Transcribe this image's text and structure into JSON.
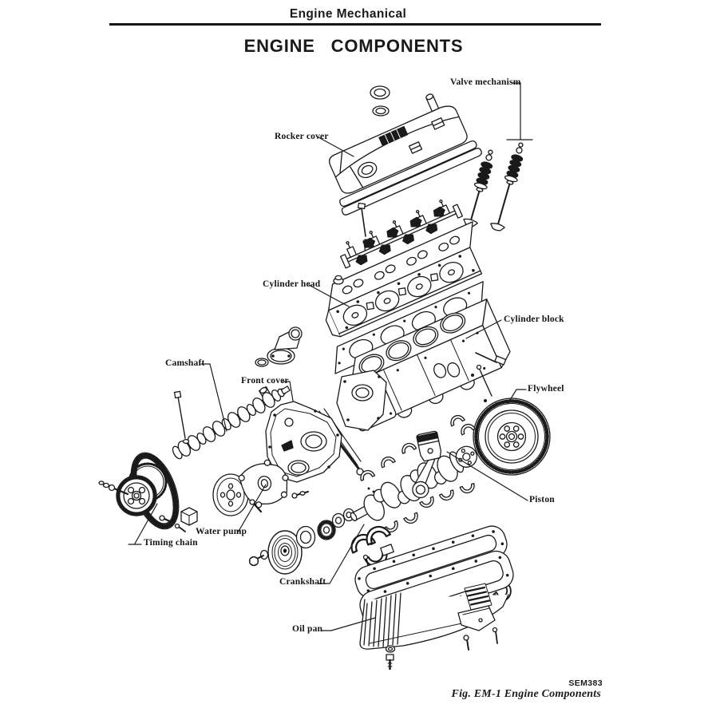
{
  "page": {
    "section_title": "Engine Mechanical",
    "title": "ENGINE COMPONENTS",
    "figure_code": "SEM383",
    "figure_caption": "Fig. EM-1  Engine Components"
  },
  "diagram": {
    "ink_color": "#1a1a1a",
    "background": "#ffffff",
    "labels": [
      {
        "id": "valve-mechanism",
        "text": "Valve mechanism"
      },
      {
        "id": "rocker-cover",
        "text": "Rocker cover"
      },
      {
        "id": "cylinder-head",
        "text": "Cylinder head"
      },
      {
        "id": "cylinder-block",
        "text": "Cylinder block"
      },
      {
        "id": "camshaft",
        "text": "Camshaft"
      },
      {
        "id": "front-cover",
        "text": "Front cover"
      },
      {
        "id": "flywheel",
        "text": "Flywheel"
      },
      {
        "id": "piston",
        "text": "Piston"
      },
      {
        "id": "water-pump",
        "text": "Water pump"
      },
      {
        "id": "timing-chain",
        "text": "Timing chain"
      },
      {
        "id": "crankshaft",
        "text": "Crankshaft"
      },
      {
        "id": "oil-pan",
        "text": "Oil pan"
      }
    ]
  }
}
